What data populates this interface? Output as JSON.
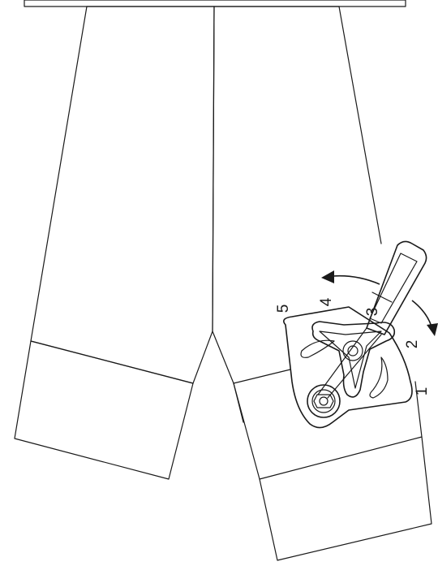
{
  "diagram": {
    "position_labels": [
      "1",
      "2",
      "3",
      "4",
      "5"
    ]
  },
  "colors": {
    "line": "#1a1a1a",
    "background": "#ffffff"
  }
}
